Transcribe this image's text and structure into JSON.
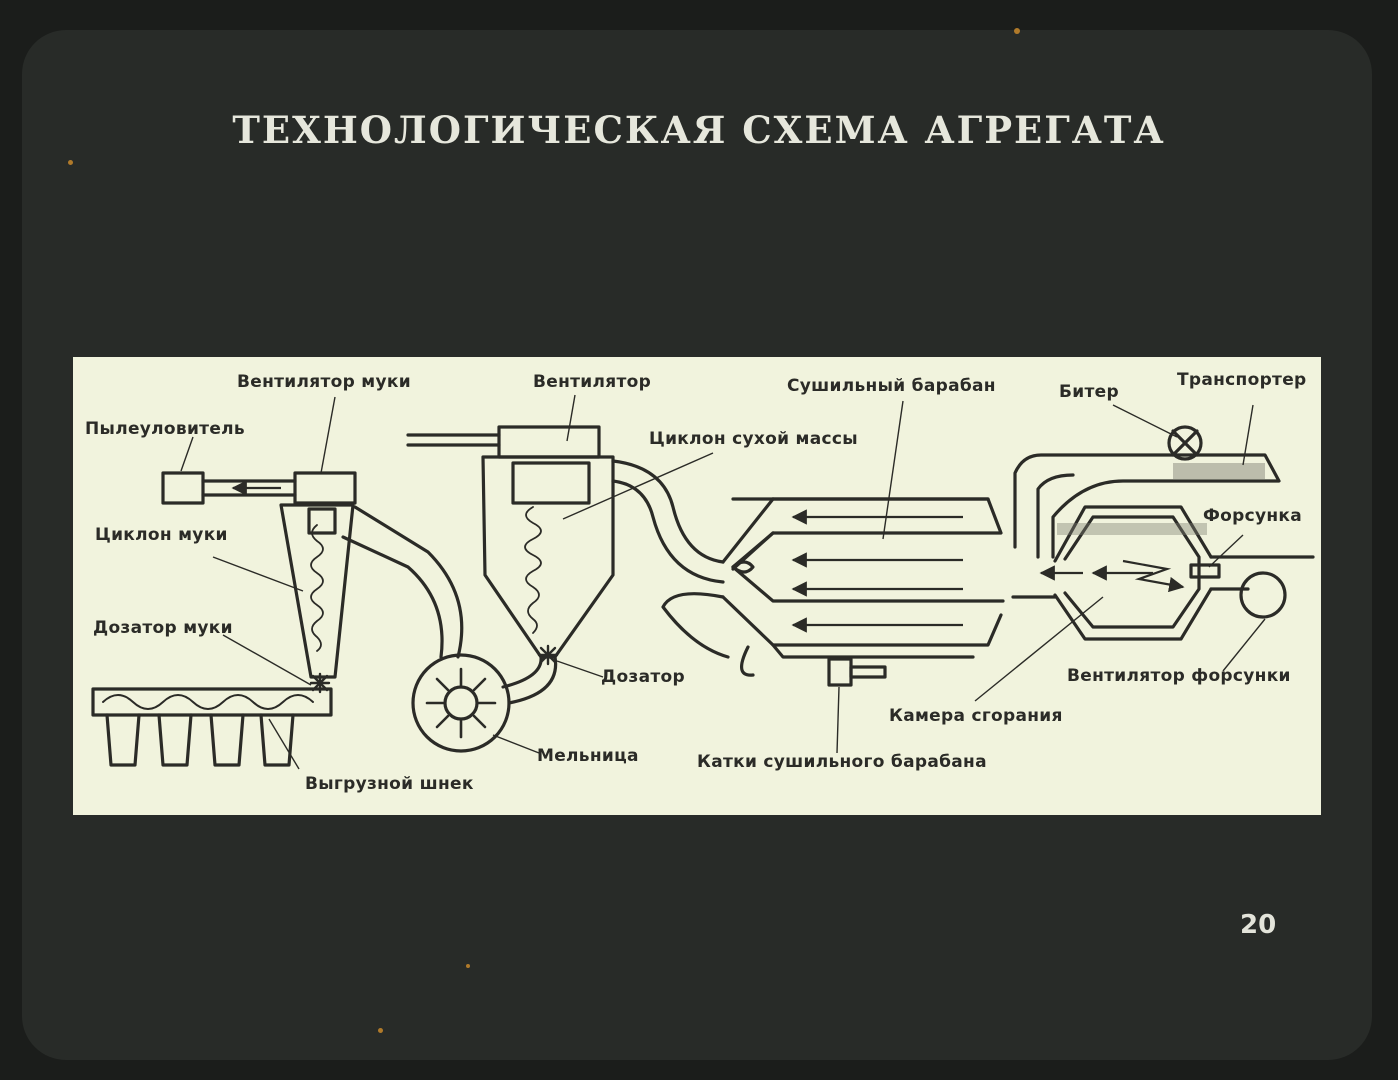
{
  "title": "ТЕХНОЛОГИЧЕСКАЯ СХЕМА АГРЕГАТА",
  "page_number": "20",
  "labels": {
    "flour_fan": "Вентилятор муки",
    "dust_collector": "Пылеуловитель",
    "flour_cyclone": "Циклон муки",
    "flour_dispenser": "Дозатор муки",
    "discharge_screw": "Выгрузной шнек",
    "fan": "Вентилятор",
    "dry_mass_cyclone": "Циклон сухой массы",
    "dispenser": "Дозатор",
    "mill": "Мельница",
    "drying_drum": "Сушильный барабан",
    "drum_rollers": "Катки сушильного барабана",
    "beater": "Битер",
    "conveyor": "Транспортер",
    "nozzle": "Форсунка",
    "nozzle_fan": "Вентилятор форсунки",
    "combustion_chamber": "Камера сгорания"
  },
  "colors": {
    "background": "#1b1d1b",
    "slide": "#282b28",
    "panel": "#f1f3dd",
    "ink": "#2b2b27",
    "title": "#e6e7dc"
  }
}
